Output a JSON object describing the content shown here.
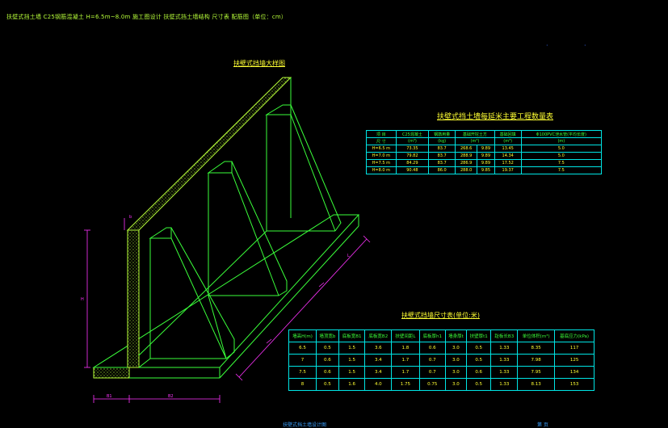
{
  "header": {
    "text": "扶壁式挡土墙 C25钢筋混凝土 H=6.5m~8.0m 施工图设计 扶壁式挡土墙结构 尺寸表 配筋图（单位：cm）"
  },
  "drawing": {
    "titles": {
      "perspective": "扶壁式挡墙大样图",
      "quantity_table": "扶壁式挡土墙每延米主要工程数量表",
      "dimension_table": "扶壁式挡墙尺寸表(单位:米)"
    },
    "bottom": {
      "left": "扶壁式挡土墙设计图",
      "right": "第 页"
    }
  },
  "quantity_table": {
    "head_row1": [
      "项 目",
      "C25混凝土",
      "钢筋用量",
      "基础开挖土方",
      "基础回填",
      "Φ100PVC泄水管(平均长度)"
    ],
    "head_row2": [
      "尺 寸",
      "(m³)",
      "(kg)",
      "(m³)",
      "(m³)",
      "(m)"
    ],
    "rows": [
      [
        "H=6.5 m",
        "73.35",
        "83.7",
        "268.6",
        "9.89",
        "13.45",
        "5.0"
      ],
      [
        "H=7.0 m",
        "79.82",
        "83.7",
        "288.9",
        "9.89",
        "14.34",
        "5.0"
      ],
      [
        "H=7.5 m",
        "84.29",
        "83.7",
        "286.9",
        "9.89",
        "17.52",
        "7.5"
      ],
      [
        "H=8.0 m",
        "90.48",
        "86.0",
        "288.0",
        "9.85",
        "19.37",
        "7.5"
      ]
    ]
  },
  "dimension_table": {
    "headers": [
      "墙高H(m)",
      "墙顶宽b",
      "底板宽B1",
      "底板宽B2",
      "扶壁间距L",
      "底板厚h1",
      "墙身厚t",
      "扶壁厚t1",
      "趾板长B3",
      "单位体积(m³)",
      "基底应力(kPa)"
    ],
    "rows": [
      [
        "6.5",
        "0.5",
        "1.5",
        "3.6",
        "1.8",
        "0.6",
        "3.0",
        "0.5",
        "1.33",
        "8.35",
        "117"
      ],
      [
        "7",
        "0.6",
        "1.5",
        "3.4",
        "1.7",
        "0.7",
        "3.0",
        "0.5",
        "1.33",
        "7.98",
        "125"
      ],
      [
        "7.5",
        "0.6",
        "1.5",
        "3.4",
        "1.7",
        "0.7",
        "3.0",
        "0.6",
        "1.33",
        "7.95",
        "134"
      ],
      [
        "8",
        "0.5",
        "1.6",
        "4.0",
        "1.75",
        "0.75",
        "3.0",
        "0.5",
        "1.33",
        "8.13",
        "153"
      ]
    ]
  },
  "dim_labels": {
    "left_height": "H",
    "top_mark": "b",
    "bottom_left": "B1",
    "bottom_right": "B2",
    "diag": "L"
  },
  "colors": {
    "background": "#000000",
    "structure": "#3aff3a",
    "dims": "#ff33ff",
    "table_border": "#00e5e5",
    "text": "#ffff33",
    "hatch": "#b8ff3a"
  }
}
